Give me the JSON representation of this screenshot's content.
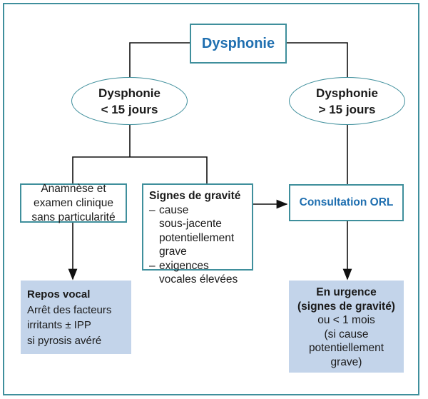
{
  "root": "Dysphonie",
  "left_branch": {
    "line1": "Dysphonie",
    "line2": "< 15 jours"
  },
  "right_branch": {
    "line1": "Dysphonie",
    "line2": "> 15 jours"
  },
  "normal_exam": {
    "lines": [
      "Anamnèse et",
      "examen clinique",
      "sans particularité"
    ]
  },
  "severity": {
    "title": "Signes de gravité",
    "items": [
      {
        "dash": "–",
        "lines": [
          "cause",
          "sous-jacente",
          "potentiellement",
          "grave"
        ]
      },
      {
        "dash": "–",
        "lines": [
          "exigences",
          "vocales élevées"
        ]
      }
    ]
  },
  "consultation": "Consultation ORL",
  "rest": {
    "title": "Repos vocal",
    "lines": [
      "Arrêt des facteurs",
      "irritants ± IPP",
      "si pyrosis avéré"
    ]
  },
  "urgency": {
    "title": "En urgence",
    "lines": [
      "(signes de gravité)",
      "ou < 1 mois",
      "(si cause",
      "potentiellement",
      "grave)"
    ]
  },
  "colors": {
    "border": "#3f8f9c",
    "title_blue": "#1f6fb0",
    "fill": "#c3d4ea"
  }
}
